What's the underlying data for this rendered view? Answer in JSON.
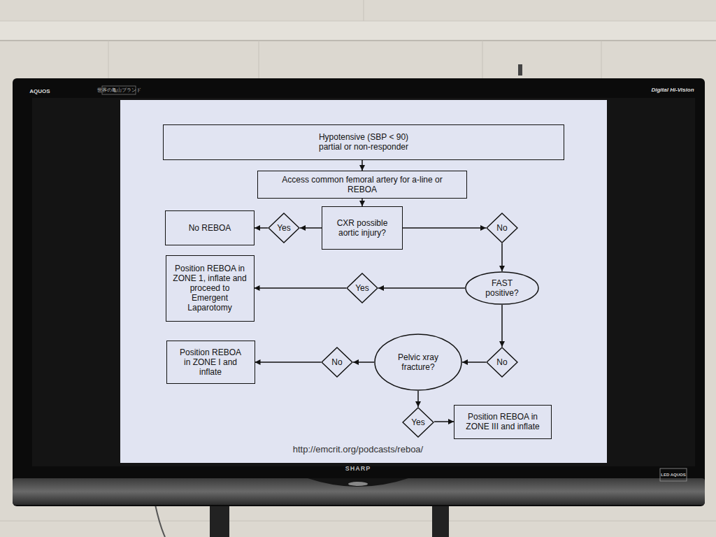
{
  "diagram": {
    "caption": "http://emcrit.org/podcasts/reboa/",
    "nodes": [
      {
        "text": [
          "Hypotensive (SBP < 90) partial or non-responder"
        ]
      },
      {
        "text": [
          "Access common femoral artery for a-line or REBOA"
        ]
      },
      {
        "text": [
          "No REBOA"
        ]
      },
      {
        "text": [
          "Yes"
        ]
      },
      {
        "text": [
          "CXR possible aortic injury?"
        ]
      },
      {
        "text": [
          "No"
        ]
      },
      {
        "text": [
          "Position REBOA in ZONE 1, inflate and proceed to Emergent Laparotomy"
        ]
      },
      {
        "text": [
          "Yes"
        ]
      },
      {
        "text": [
          "FAST positive?"
        ]
      },
      {
        "text": [
          "Position REBOA in ZONE I and inflate"
        ]
      },
      {
        "text": [
          "No"
        ]
      },
      {
        "text": [
          "Pelvic xray fracture?"
        ]
      },
      {
        "text": [
          "No"
        ]
      },
      {
        "text": [
          "Yes"
        ]
      },
      {
        "text": [
          "Position REBOA in ZONE III and inflate"
        ]
      }
    ],
    "edges": [
      {
        "from": 0,
        "to": 1,
        "arrow": "to"
      },
      {
        "from": 1,
        "to": 4,
        "arrow": "to"
      },
      {
        "from": 4,
        "to": 3,
        "arrow": "to"
      },
      {
        "from": 3,
        "to": 2,
        "arrow": "to"
      },
      {
        "from": 4,
        "to": 5,
        "arrow": "to"
      },
      {
        "from": 5,
        "to": 8,
        "arrow": "to"
      },
      {
        "from": 8,
        "to": 7,
        "arrow": "to"
      },
      {
        "from": 7,
        "to": 6,
        "arrow": "to"
      },
      {
        "from": 8,
        "to": 10,
        "arrow": "to"
      },
      {
        "from": 10,
        "to": 11,
        "arrow": "to"
      },
      {
        "from": 11,
        "to": 12,
        "arrow": "to"
      },
      {
        "from": 12,
        "to": 9,
        "arrow": "to"
      },
      {
        "from": 11,
        "to": 13,
        "arrow": "to"
      },
      {
        "from": 13,
        "to": 14,
        "arrow": "to"
      }
    ],
    "labels": [
      "AQUOS",
      "世界の亀山ブランド",
      "Digital Hi-Vision",
      "SHARP",
      "LED AQUOS"
    ]
  }
}
